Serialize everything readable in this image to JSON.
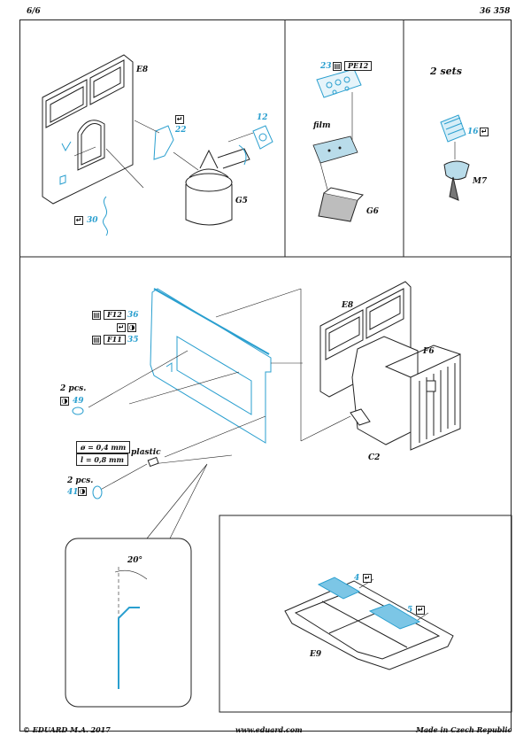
{
  "header": {
    "page": "6/6",
    "code": "36 358"
  },
  "footer": {
    "copyright": "© EDUARD  M.A. 2017",
    "website": "www.eduard.com",
    "origin": "Made in Czech Republic"
  },
  "panel_top_left": {
    "e8": "E8",
    "g5": "G5",
    "p22": "22",
    "p12": "12",
    "p30": "30"
  },
  "panel_top_mid": {
    "p23": "23",
    "pe12": "PE12",
    "film": "film",
    "g6": "G6"
  },
  "panel_top_right": {
    "sets": "2 sets",
    "p16": "16",
    "m7": "M7"
  },
  "panel_middle": {
    "f12": "F12",
    "p36": "36",
    "f11": "F11",
    "p35": "35",
    "pcs_a": "2 pcs.",
    "p49": "49",
    "spec_diameter": "ø = 0,4 mm",
    "spec_length": "l = 0,8 mm",
    "plastic": "plastic",
    "pcs_b": "2 pcs.",
    "p41": "41",
    "e8": "E8",
    "f6": "F6",
    "c2": "C2"
  },
  "detail": {
    "angle": "20°"
  },
  "panel_bottom_right": {
    "p4": "4",
    "p5": "5",
    "e9": "E9"
  },
  "colors": {
    "pe_blue": "#2a9fcf",
    "line": "#222222"
  }
}
